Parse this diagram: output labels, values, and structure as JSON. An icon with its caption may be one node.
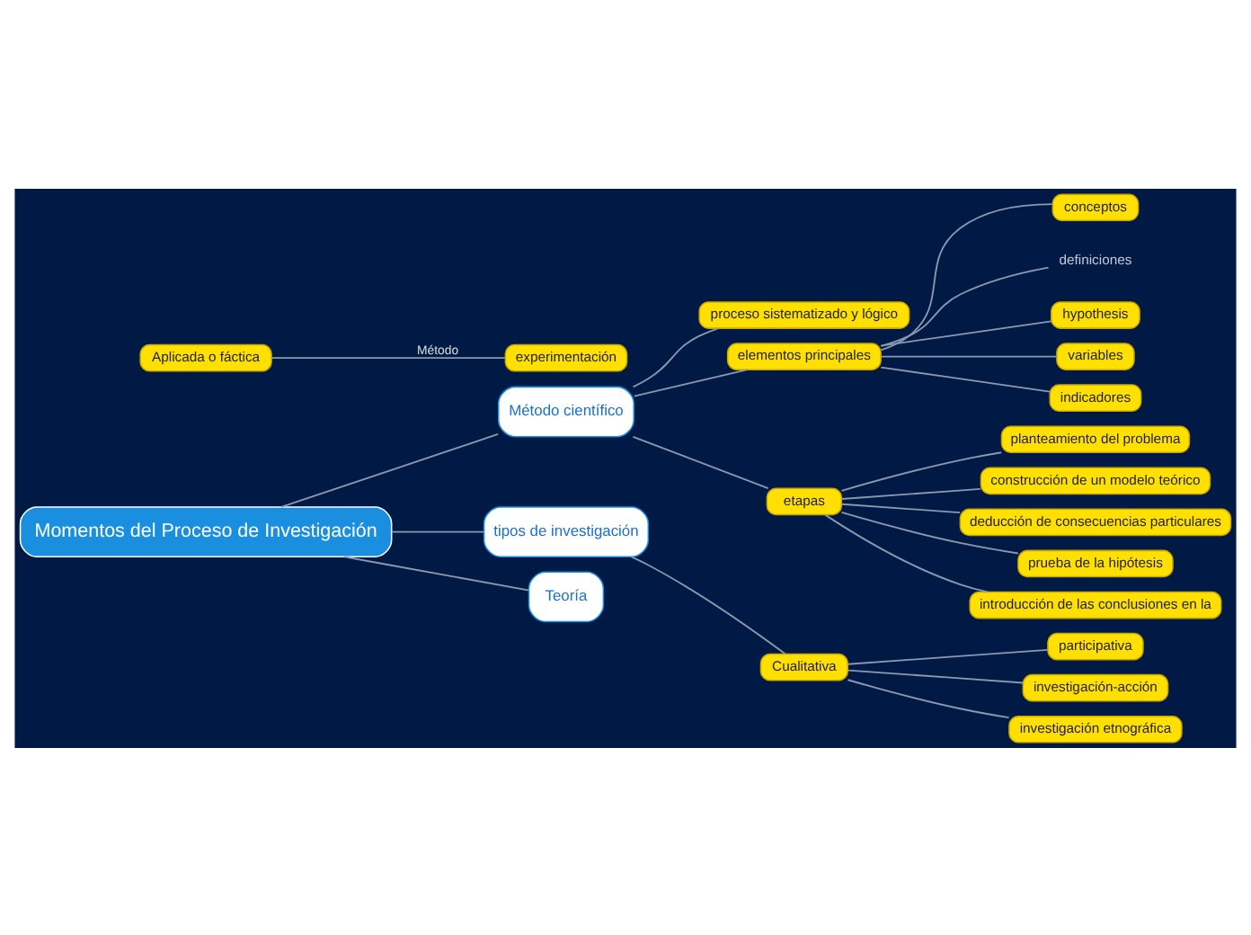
{
  "diagram": {
    "nodes": [
      {
        "text": [
          "Momentos del Proceso de Investigación"
        ]
      },
      {
        "text": [
          "Método científico"
        ]
      },
      {
        "text": [
          "proceso sistematizado y lógico"
        ]
      },
      {
        "text": [
          "elementos principales"
        ]
      },
      {
        "text": [
          "conceptos"
        ]
      },
      {
        "text": [
          "definiciones"
        ]
      },
      {
        "text": [
          "hypothesis"
        ]
      },
      {
        "text": [
          "variables"
        ]
      },
      {
        "text": [
          "indicadores"
        ]
      },
      {
        "text": [
          "etapas"
        ]
      },
      {
        "text": [
          "planteamiento del problema"
        ]
      },
      {
        "text": [
          "construcción de un modelo teórico"
        ]
      },
      {
        "text": [
          "deducción de consecuencias particulares"
        ]
      },
      {
        "text": [
          "prueba de la hipótesis"
        ]
      },
      {
        "text": [
          "introducción de las conclusiones en la"
        ]
      },
      {
        "text": [
          "tipos de investigación"
        ]
      },
      {
        "text": [
          "Cualitativa"
        ]
      },
      {
        "text": [
          "participativa"
        ]
      },
      {
        "text": [
          "investigación-acción"
        ]
      },
      {
        "text": [
          "investigación etnográfica"
        ]
      },
      {
        "text": [
          "Teoría"
        ]
      },
      {
        "text": [
          "Aplicada o fáctica"
        ]
      },
      {
        "text": [
          "experimentación"
        ]
      }
    ],
    "edges": [
      {
        "from": 0,
        "to": 1,
        "arrow": "none"
      },
      {
        "from": 0,
        "to": 15,
        "arrow": "none"
      },
      {
        "from": 0,
        "to": 20,
        "arrow": "none"
      },
      {
        "from": 1,
        "to": 2,
        "arrow": "none"
      },
      {
        "from": 1,
        "to": 3,
        "arrow": "none"
      },
      {
        "from": 1,
        "to": 9,
        "arrow": "none"
      },
      {
        "from": 3,
        "to": 4,
        "arrow": "none"
      },
      {
        "from": 3,
        "to": 5,
        "arrow": "none"
      },
      {
        "from": 3,
        "to": 6,
        "arrow": "none"
      },
      {
        "from": 3,
        "to": 7,
        "arrow": "none"
      },
      {
        "from": 3,
        "to": 8,
        "arrow": "none"
      },
      {
        "from": 9,
        "to": 10,
        "arrow": "none"
      },
      {
        "from": 9,
        "to": 11,
        "arrow": "none"
      },
      {
        "from": 9,
        "to": 12,
        "arrow": "none"
      },
      {
        "from": 9,
        "to": 13,
        "arrow": "none"
      },
      {
        "from": 9,
        "to": 14,
        "arrow": "none"
      },
      {
        "from": 15,
        "to": 16,
        "arrow": "none"
      },
      {
        "from": 16,
        "to": 17,
        "arrow": "none"
      },
      {
        "from": 16,
        "to": 18,
        "arrow": "none"
      },
      {
        "from": 16,
        "to": 19,
        "arrow": "none"
      },
      {
        "from": 21,
        "to": 22,
        "label": "Método",
        "arrow": "none"
      }
    ]
  }
}
